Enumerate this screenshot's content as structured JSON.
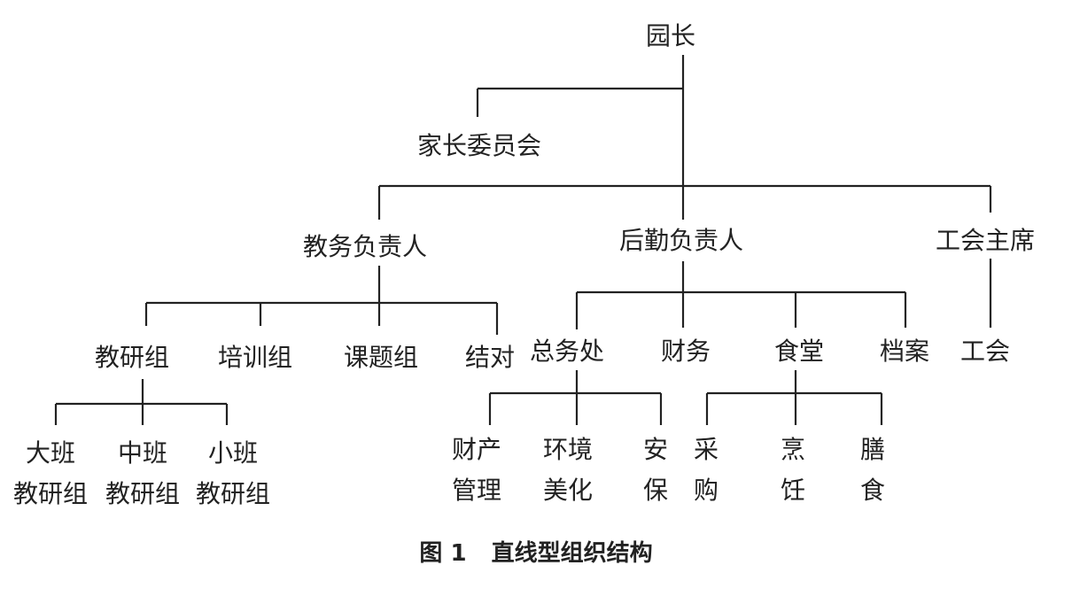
{
  "nodes": {
    "principal": "园长",
    "parent_committee": "家长委员会",
    "teaching_head": "教务负责人",
    "logistics_head": "后勤负责人",
    "union_chair": "工会主席",
    "research_group": "教研组",
    "training_group": "培训组",
    "topic_group": "课题组",
    "pairing": "结对",
    "general_affairs": "总务处",
    "finance": "财务",
    "canteen": "食堂",
    "archives": "档案",
    "union": "工会",
    "senior_class": [
      "大班",
      "教研组"
    ],
    "middle_class": [
      "中班",
      "教研组"
    ],
    "junior_class": [
      "小班",
      "教研组"
    ],
    "property_mgmt": [
      "财产",
      "管理"
    ],
    "environment": [
      "环境",
      "美化"
    ],
    "security": [
      "安",
      "保"
    ],
    "purchasing": [
      "采",
      "购"
    ],
    "cooking": [
      "烹",
      "饪"
    ],
    "meals": [
      "膳",
      "食"
    ]
  },
  "caption": {
    "number": "图 1",
    "title": "直线型组织结构"
  }
}
